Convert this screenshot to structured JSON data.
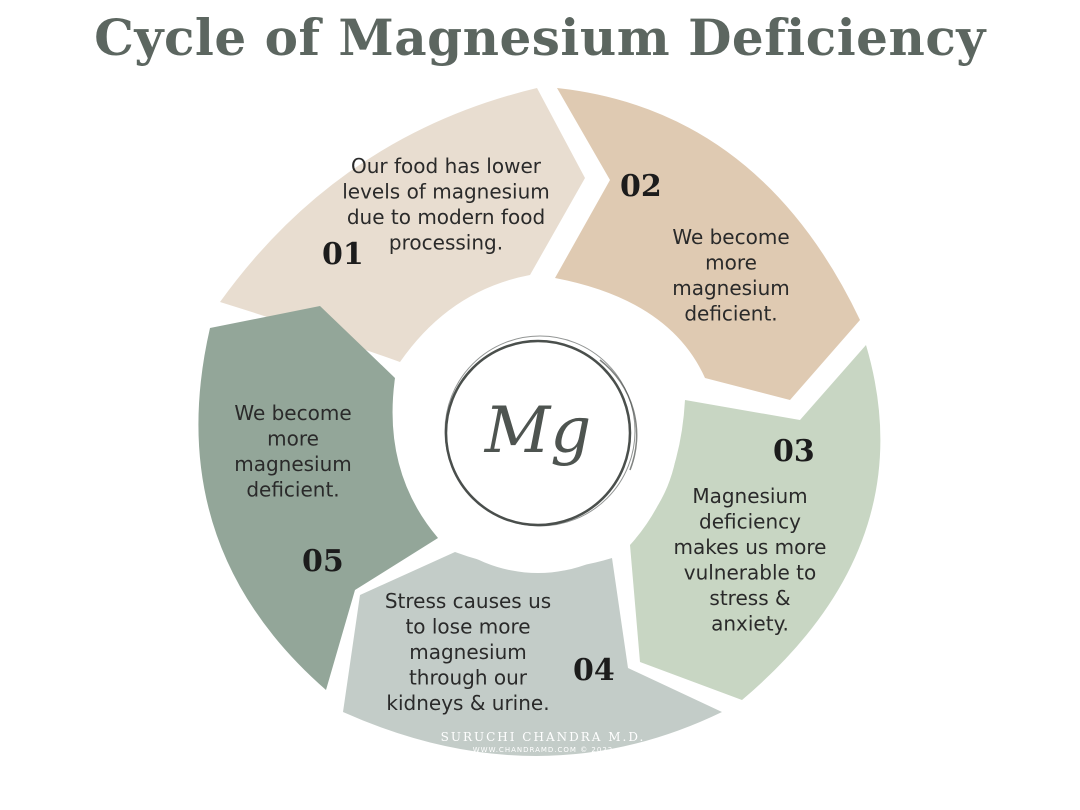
{
  "title": "Cycle of Magnesium Deficiency",
  "center_label": "Mg",
  "segments": [
    {
      "number": "01",
      "lines": [
        "Our food has lower",
        "levels of magnesium",
        "due to modern food",
        "processing."
      ],
      "color": "#e8ddd0"
    },
    {
      "number": "02",
      "lines": [
        "We become",
        "more",
        "magnesium",
        "deficient."
      ],
      "color": "#dfcab2"
    },
    {
      "number": "03",
      "lines": [
        "Magnesium",
        "deficiency",
        "makes us more",
        "vulnerable to",
        "stress &",
        "anxiety."
      ],
      "color": "#c8d6c3"
    },
    {
      "number": "04",
      "lines": [
        "Stress causes us",
        "to lose more",
        "magnesium",
        "through our",
        "kidneys & urine."
      ],
      "color": "#c3ccc8"
    },
    {
      "number": "05",
      "lines": [
        "We become",
        "more",
        "magnesium",
        "deficient."
      ],
      "color": "#93a699"
    }
  ],
  "credit": {
    "name": "SURUCHI CHANDRA M.D.",
    "sub": "WWW.CHANDRAMD.COM © 2022"
  }
}
